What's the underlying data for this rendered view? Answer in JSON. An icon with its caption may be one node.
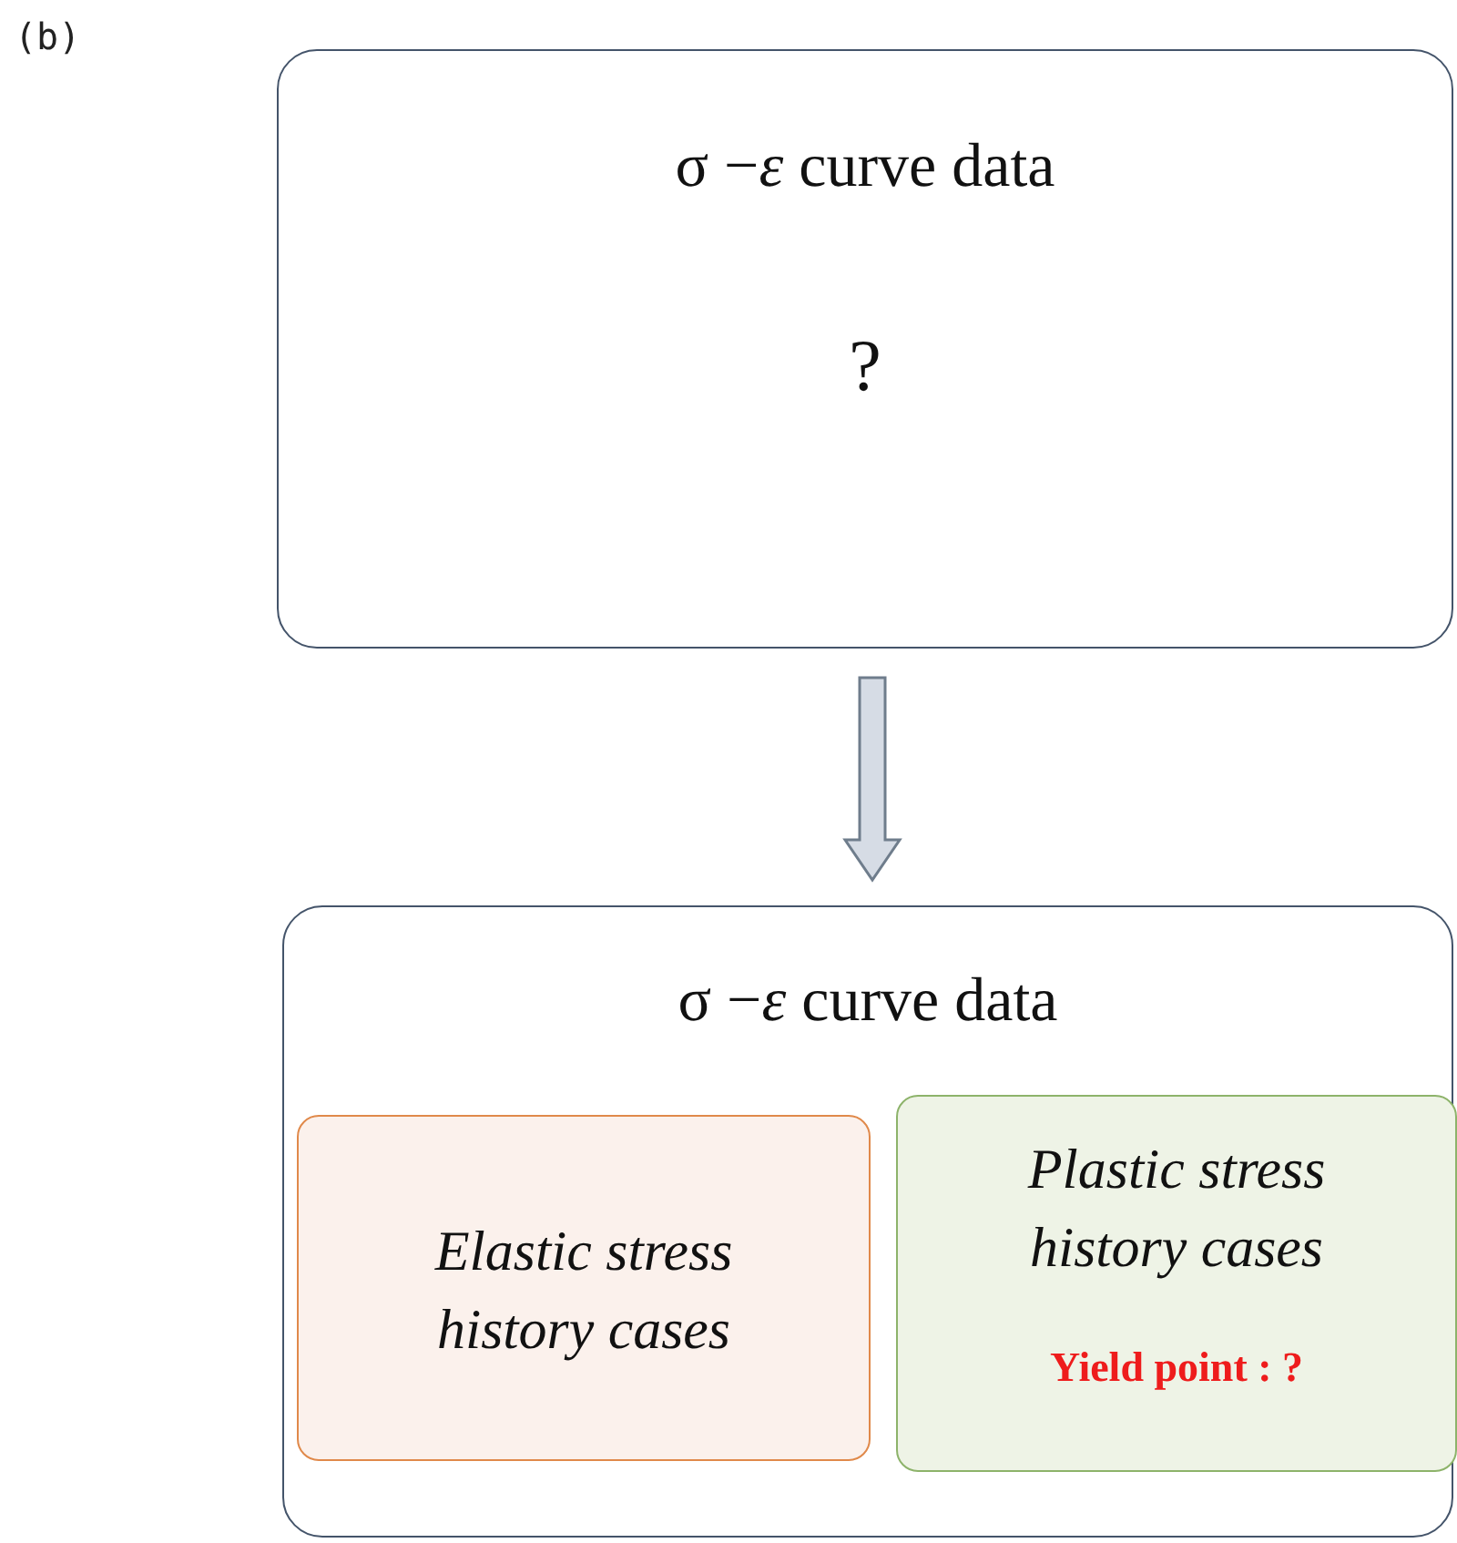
{
  "diagram": {
    "nodes": [
      {
        "text": [
          "σ −*ε* curve data",
          "?"
        ]
      },
      {
        "text": [
          "σ −*ε* curve data"
        ]
      },
      {
        "text": [
          "Elastic stress history cases"
        ],
        "in": 1
      },
      {
        "text": [
          "Plastic stress history cases",
          "Yield point : ?"
        ],
        "in": 1
      }
    ],
    "edges": [
      {
        "from": 0,
        "to": 1,
        "arrow": "to"
      }
    ],
    "labels": [
      "(b)"
    ]
  }
}
